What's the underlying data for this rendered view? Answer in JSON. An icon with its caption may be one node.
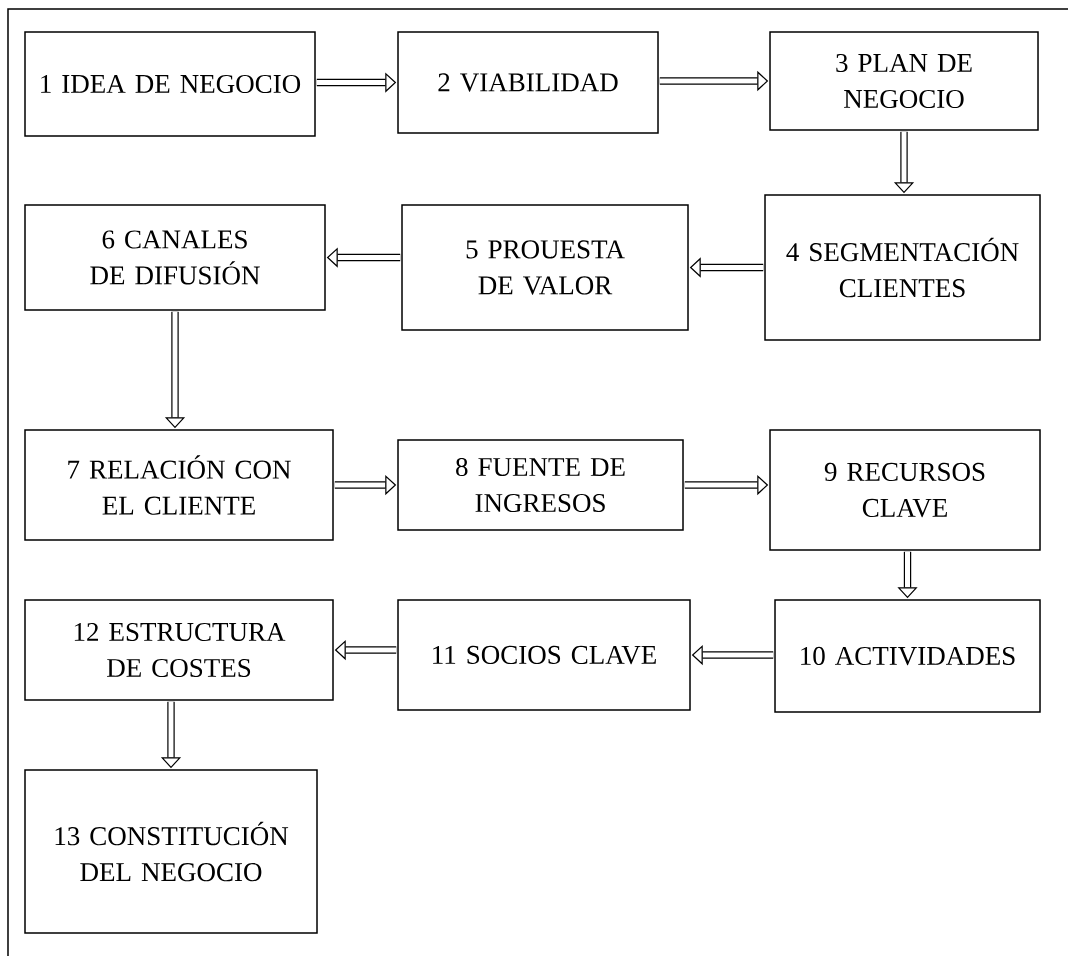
{
  "diagram": {
    "nodes": [
      {
        "text": [
          "1 IDEA DE NEGOCIO"
        ]
      },
      {
        "text": [
          "2 VIABILIDAD"
        ]
      },
      {
        "text": [
          "3 PLAN DE NEGOCIO"
        ]
      },
      {
        "text": [
          "4 SEGMENTACIÓN CLIENTES"
        ]
      },
      {
        "text": [
          "5 PROUESTA DE VALOR"
        ]
      },
      {
        "text": [
          "6 CANALES DE DIFUSIÓN"
        ]
      },
      {
        "text": [
          "7 RELACIÓN CON EL CLIENTE"
        ]
      },
      {
        "text": [
          "8 FUENTE DE INGRESOS"
        ]
      },
      {
        "text": [
          "9 RECURSOS CLAVE"
        ]
      },
      {
        "text": [
          "10 ACTIVIDADES"
        ]
      },
      {
        "text": [
          "11 SOCIOS CLAVE"
        ]
      },
      {
        "text": [
          "12 ESTRUCTURA DE COSTES"
        ]
      },
      {
        "text": [
          "13 CONSTITUCIÓN DEL NEGOCIO"
        ]
      }
    ],
    "edges": [
      {
        "from": 0,
        "to": 1,
        "arrow": "to"
      },
      {
        "from": 1,
        "to": 2,
        "arrow": "to"
      },
      {
        "from": 2,
        "to": 3,
        "arrow": "to"
      },
      {
        "from": 3,
        "to": 4,
        "arrow": "to"
      },
      {
        "from": 4,
        "to": 5,
        "arrow": "to"
      },
      {
        "from": 5,
        "to": 6,
        "arrow": "to"
      },
      {
        "from": 6,
        "to": 7,
        "arrow": "to"
      },
      {
        "from": 7,
        "to": 8,
        "arrow": "to"
      },
      {
        "from": 8,
        "to": 9,
        "arrow": "to"
      },
      {
        "from": 9,
        "to": 10,
        "arrow": "to"
      },
      {
        "from": 10,
        "to": 11,
        "arrow": "to"
      },
      {
        "from": 11,
        "to": 12,
        "arrow": "to"
      }
    ]
  }
}
